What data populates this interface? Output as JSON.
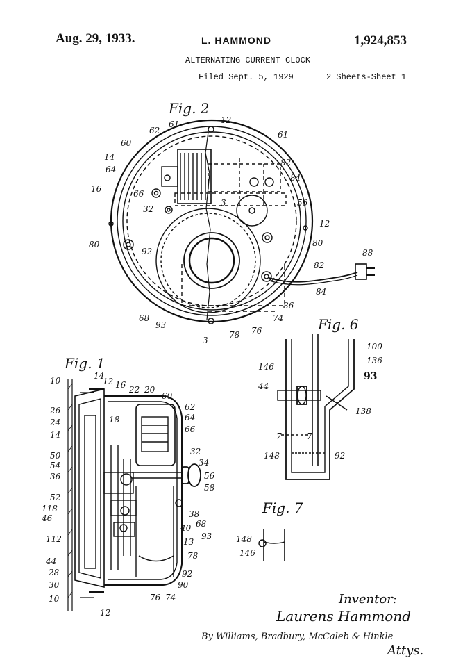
{
  "header": {
    "date": "Aug. 29, 1933.",
    "inventor_name": "L. HAMMOND",
    "patent_number": "1,924,853",
    "title": "ALTERNATING CURRENT CLOCK",
    "filed": "Filed Sept. 5, 1929",
    "sheets": "2 Sheets-Sheet 1"
  },
  "figures": {
    "fig2": {
      "label": "Fig. 2",
      "refs": [
        "12",
        "61",
        "62",
        "60",
        "14",
        "64",
        "16",
        "66",
        "61",
        "82",
        "84",
        "32",
        "3",
        "56",
        "12",
        "80",
        "80",
        "92",
        "88",
        "82",
        "84",
        "86",
        "74",
        "68",
        "93",
        "3",
        "78",
        "76"
      ]
    },
    "fig1": {
      "label": "Fig. 1",
      "refs": [
        "10",
        "14",
        "12",
        "16",
        "22",
        "20",
        "60",
        "62",
        "26",
        "64",
        "24",
        "18",
        "66",
        "14",
        "50",
        "32",
        "54",
        "34",
        "36",
        "56",
        "58",
        "52",
        "118",
        "38",
        "46",
        "40",
        "68",
        "112",
        "93",
        "13",
        "78",
        "44",
        "28",
        "92",
        "30",
        "90",
        "10",
        "76",
        "74",
        "12"
      ]
    },
    "fig6": {
      "label": "Fig. 6",
      "refs": [
        "100",
        "136",
        "146",
        "93",
        "44",
        "138",
        "7",
        "7",
        "148",
        "92"
      ]
    },
    "fig7": {
      "label": "Fig. 7",
      "refs": [
        "148",
        "146"
      ]
    }
  },
  "signature": {
    "inventor_label": "Inventor:",
    "inventor": "Laurens Hammond",
    "by": "By Williams, Bradbury, McCaleb & Hinkle",
    "attys": "Attys."
  }
}
